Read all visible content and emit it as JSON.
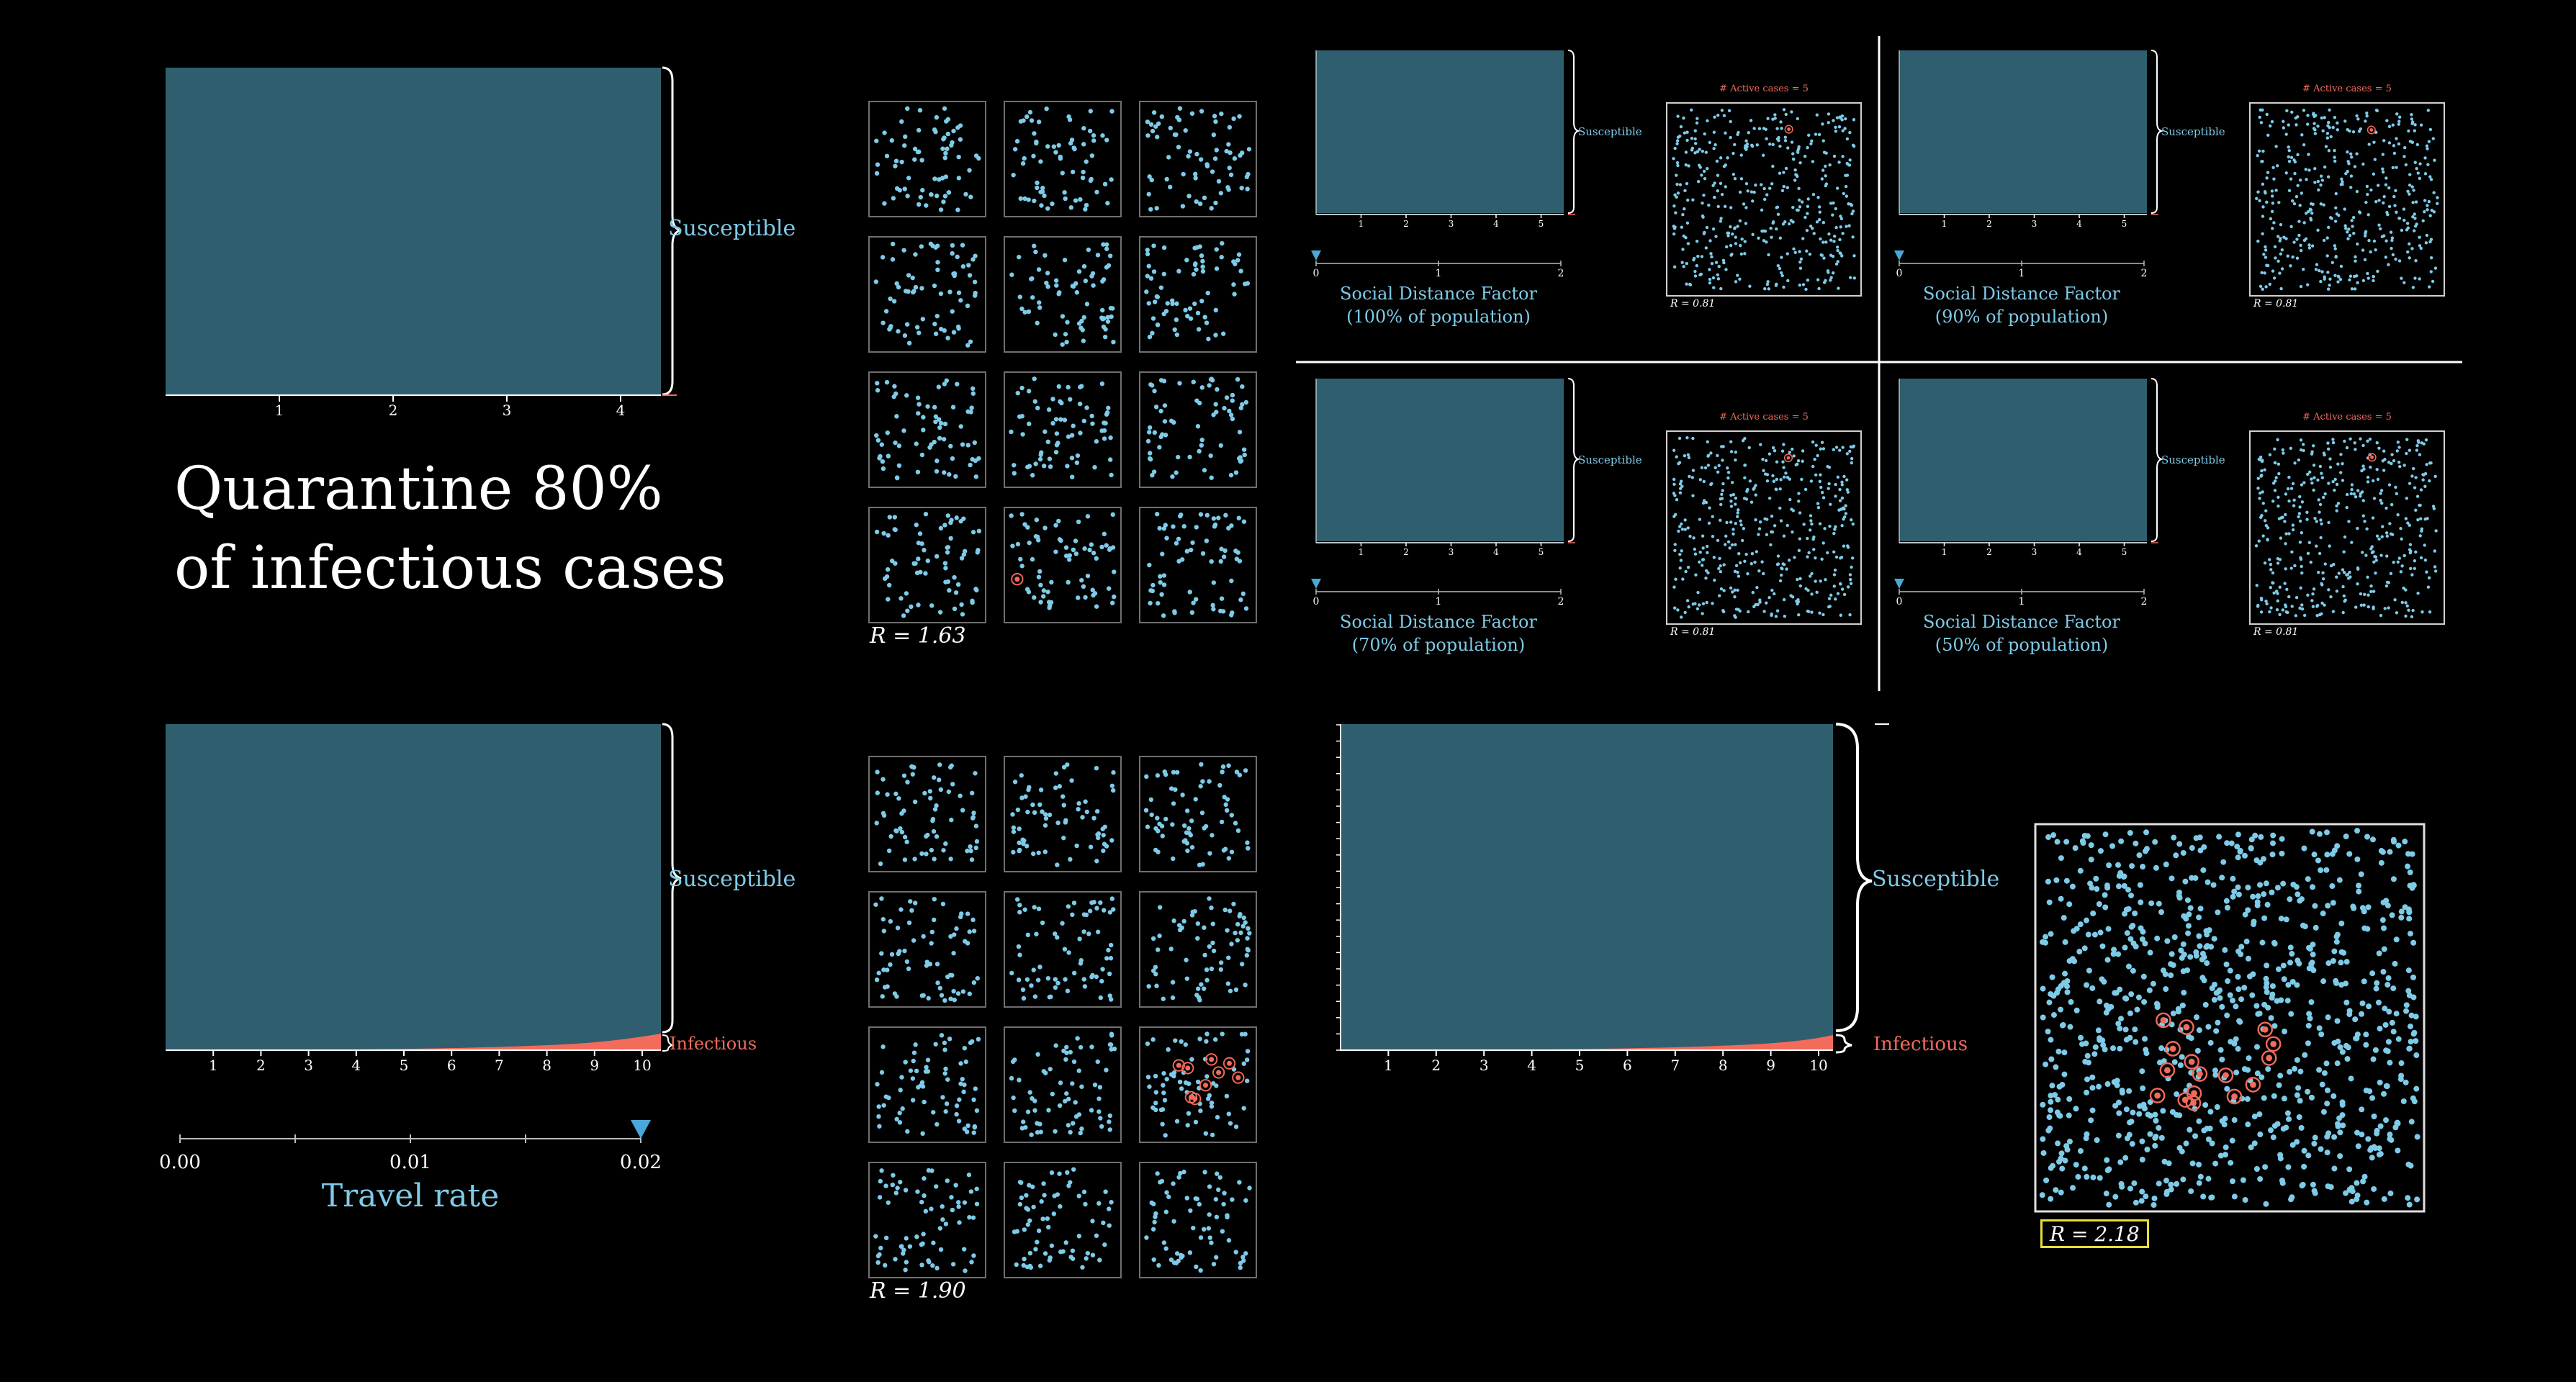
{
  "colors": {
    "susceptible": "#2f5f6e",
    "susceptible_label": "#7ecbe8",
    "infectious": "#f26b5b",
    "dot": "#7ecbe8",
    "grid_border": "#6f6f6f",
    "r_box": "#e6df3c"
  },
  "panel_a": {
    "label_susceptible": "Susceptible",
    "ticks": [
      "1",
      "2",
      "3",
      "4"
    ],
    "title_line1": "Quarantine 80%",
    "title_line2": "of infectious cases"
  },
  "grid_top": {
    "r_text": "R = 1.63",
    "red_cell": 10
  },
  "sd_panels": [
    {
      "label_susceptible": "Susceptible",
      "ticks": [
        "1",
        "2",
        "3",
        "4",
        "5"
      ],
      "slider_ticks": [
        "0",
        "1",
        "2"
      ],
      "factor_label": "Social Distance Factor",
      "population_label": "(100% of population)",
      "active_cases": "# Active cases = 5",
      "r_text": "R = 0.81"
    },
    {
      "label_susceptible": "Susceptible",
      "ticks": [
        "1",
        "2",
        "3",
        "4",
        "5"
      ],
      "slider_ticks": [
        "0",
        "1",
        "2"
      ],
      "factor_label": "Social Distance Factor",
      "population_label": "(90% of population)",
      "active_cases": "# Active cases = 5",
      "r_text": "R = 0.81"
    },
    {
      "label_susceptible": "Susceptible",
      "ticks": [
        "1",
        "2",
        "3",
        "4",
        "5"
      ],
      "slider_ticks": [
        "0",
        "1",
        "2"
      ],
      "factor_label": "Social Distance Factor",
      "population_label": "(70% of population)",
      "active_cases": "# Active cases = 5",
      "r_text": "R = 0.81"
    },
    {
      "label_susceptible": "Susceptible",
      "ticks": [
        "1",
        "2",
        "3",
        "4",
        "5"
      ],
      "slider_ticks": [
        "0",
        "1",
        "2"
      ],
      "factor_label": "Social Distance Factor",
      "population_label": "(50% of population)",
      "active_cases": "# Active cases = 5",
      "r_text": "R = 0.81"
    }
  ],
  "panel_c": {
    "label_susceptible": "Susceptible",
    "label_infectious": "Infectious",
    "ticks": [
      "1",
      "2",
      "3",
      "4",
      "5",
      "6",
      "7",
      "8",
      "9",
      "10"
    ],
    "slider_ticks": [
      "0.00",
      "0.01",
      "0.02"
    ],
    "slider_value": 0.02,
    "slider_label": "Travel rate"
  },
  "grid_bottom": {
    "r_text": "R = 1.90",
    "red_cell": 8
  },
  "panel_e": {
    "label_susceptible": "Susceptible",
    "label_infectious": "Infectious",
    "ticks": [
      "1",
      "2",
      "3",
      "4",
      "5",
      "6",
      "7",
      "8",
      "9",
      "10"
    ],
    "r_text": "R = 2.18"
  }
}
